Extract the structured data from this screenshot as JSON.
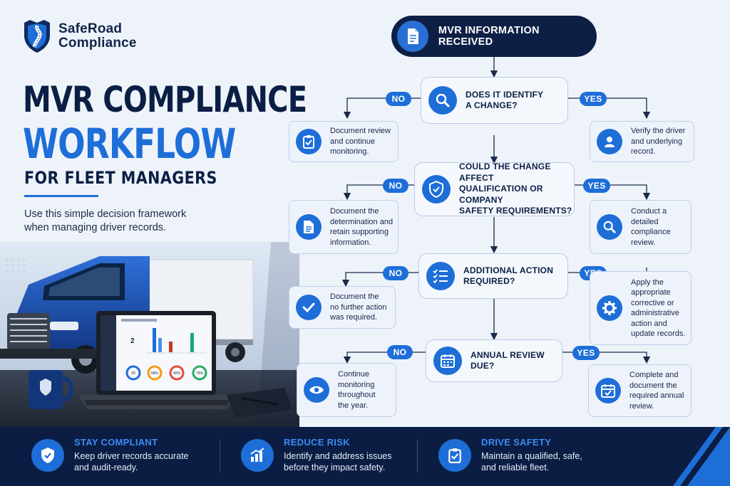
{
  "brand": {
    "line1": "SafeRoad",
    "line2": "Compliance"
  },
  "headline": {
    "line1": "MVR COMPLIANCE",
    "line2": "WORKFLOW",
    "line3": "FOR FLEET MANAGERS"
  },
  "intro": "Use this simple decision framework when managing driver records.",
  "laptop_screen": {
    "big_number": "2",
    "gauges": [
      "20",
      "68%",
      "40%",
      "75%"
    ]
  },
  "flow": {
    "start": {
      "label": "MVR INFORMATION RECEIVED",
      "icon": "document-icon"
    },
    "no_label": "NO",
    "yes_label": "YES",
    "steps": [
      {
        "question": [
          "DOES IT IDENTIFY",
          "A CHANGE?"
        ],
        "question_icon": "magnifier-icon",
        "no_action": [
          "Document review",
          "and continue",
          "monitoring."
        ],
        "no_icon": "clipboard-check-icon",
        "yes_action": [
          "Verify the driver",
          "and underlying",
          "record."
        ],
        "yes_icon": "user-icon"
      },
      {
        "question": [
          "COULD THE CHANGE AFFECT",
          "QUALIFICATION OR COMPANY",
          "SAFETY REQUIREMENTS?"
        ],
        "question_icon": "shield-check-icon",
        "no_action": [
          "Document the",
          "determination and",
          "retain supporting",
          "information."
        ],
        "no_icon": "file-icon",
        "yes_action": [
          "Conduct a",
          "detailed",
          "compliance",
          "review."
        ],
        "yes_icon": "magnifier-icon"
      },
      {
        "question": [
          "ADDITIONAL ACTION",
          "REQUIRED?"
        ],
        "question_icon": "checklist-icon",
        "no_action": [
          "Document the",
          "no further action",
          "was required."
        ],
        "no_icon": "check-icon",
        "yes_action": [
          "Apply the",
          "appropriate",
          "corrective or",
          "administrative",
          "action and",
          "update records."
        ],
        "yes_icon": "gear-icon"
      },
      {
        "question": [
          "ANNUAL REVIEW DUE?"
        ],
        "question_icon": "calendar-icon",
        "no_action": [
          "Continue",
          "monitoring",
          "throughout",
          "the year."
        ],
        "no_icon": "eye-icon",
        "yes_action": [
          "Complete and",
          "document the",
          "required annual",
          "review."
        ],
        "yes_icon": "calendar-check-icon"
      }
    ]
  },
  "footer": [
    {
      "title": "STAY COMPLIANT",
      "desc": [
        "Keep driver records accurate",
        "and audit-ready."
      ],
      "icon": "shield-check-icon"
    },
    {
      "title": "REDUCE RISK",
      "desc": [
        "Identify and address issues",
        "before they impact safety."
      ],
      "icon": "bar-chart-icon"
    },
    {
      "title": "DRIVE SAFETY",
      "desc": [
        "Maintain a qualified, safe,",
        "and reliable fleet."
      ],
      "icon": "clipboard-check-icon"
    }
  ],
  "colors": {
    "navy": "#0b1d43",
    "accent": "#1e6ed8",
    "background": "#eef3fa"
  }
}
